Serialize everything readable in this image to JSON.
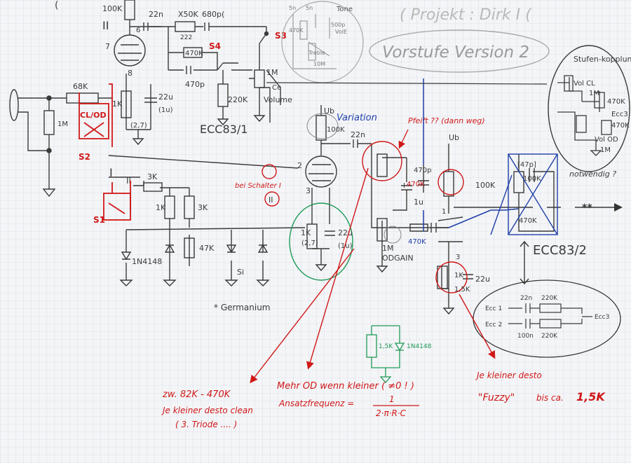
{
  "header": {
    "project": "( Projekt : Dirk I (",
    "title": "Vorstufe Version 2",
    "tone": "Tone"
  },
  "tubes": {
    "first": "ECC83/1",
    "second": "ECC83/2",
    "pins_top": [
      "6",
      "7",
      "8"
    ],
    "pins_second": [
      "2",
      "3"
    ],
    "pins_third": [
      "1",
      "3"
    ]
  },
  "switches": {
    "s1": "S1",
    "s2": "S2",
    "s3": "S3",
    "s4": "S4",
    "clod": "CL/OD",
    "roman_1": "I",
    "roman_2": "II",
    "roman_1b": "I"
  },
  "components": {
    "r_100k_top": "100K",
    "c_22n_top": "22n",
    "pot_500k": "X50K",
    "pot_500k_sub": "222",
    "c_680p": "680p(",
    "r_470k_a": "470K",
    "c_470p": "470p",
    "r_68k": "68K",
    "r_1m_input": "1M",
    "r_1k_cathode": "1K",
    "r_27": "(2,7)",
    "c_22u": "22u",
    "c_1u": "(1u)",
    "pot_1m_volume": "1M",
    "r_220k": "220K",
    "vol_label": "Ce",
    "volume": "Volume",
    "ub_1": "Ub",
    "r_100k_2": "100K",
    "variation": "Variation",
    "c_22n_2": "22n",
    "c_470p_2": "470p",
    "pfeift": "Pfeift ?? (dann weg)",
    "r_3k_1": "3K",
    "r_1k_2": "1K",
    "r_3k_2": "3K",
    "pot_47k": "47K",
    "diode_1": "1N4148",
    "diode_si": "Si",
    "germanium": "* Germanium",
    "remark_schalter": "bei Schalter I",
    "r_1k_3": "1K",
    "r_27_3": "(2,7)",
    "c_22u_3": "22u",
    "c_1u_3": "(1u)",
    "r_470k_3": "470K",
    "c_1u_4": "1u",
    "pot_1m_od": "1M",
    "od_gain": "ODGAIN",
    "r_470k_4": "470K",
    "ub_2": "Ub",
    "r_100k_3": "100K",
    "c_47p": "[47p]",
    "r_100k_4": "100K",
    "r_470k_5": "470K",
    "r_1k_4": "1K",
    "r_15k": "1,5K",
    "c_22u_4": "22u",
    "output_mark": "**",
    "r_15k_green": "1,5K",
    "diode_green": "1N4148"
  },
  "tone_stack": {
    "c_5n_1": "5n",
    "c_5n_2": "5n",
    "c_500p": "500p",
    "r_470k": "470K",
    "pot_vol": "VolE",
    "treble": "Treble",
    "r_10m": "10M"
  },
  "coupling": {
    "title": "Stufen-kopplung",
    "vol_cl": "Vol CL",
    "r_1m": "1M",
    "r_470k_a": "470K",
    "ecc3": "Ecc3",
    "r_470k_b": "470K",
    "vol_od": "Vol OD",
    "r_1m_b": "1M",
    "notwendig": "notwendig ?"
  },
  "mixer": {
    "ecc1": "Ecc 1",
    "ecc2": "Ecc 2",
    "c_22n": "22n",
    "r_220k_a": "220K",
    "c_100n": "100n",
    "r_220k_b": "220K",
    "ecc3_out": "Ecc3"
  },
  "notes": {
    "note1_line1": "zw. 82K - 470K",
    "note1_line2": "Je kleiner desto clean",
    "note1_line3": "( 3. Triode .... )",
    "note2_line1": "Mehr OD wenn kleiner ( ≠0 ! )",
    "note2_line2": "Ansatzfrequenz =",
    "note2_num": "1",
    "note2_den": "2·π·R·C",
    "note3_line1": "Je kleiner desto",
    "note3_line2": "\"Fuzzy\"",
    "note3_line3": "bis ca.",
    "note3_value": "1,5K"
  },
  "colors": {
    "ink": "#3a3a3a",
    "red": "#d01818",
    "blue": "#1f3fa8",
    "green": "#1f9a57",
    "grid": "#c8cfe0"
  }
}
